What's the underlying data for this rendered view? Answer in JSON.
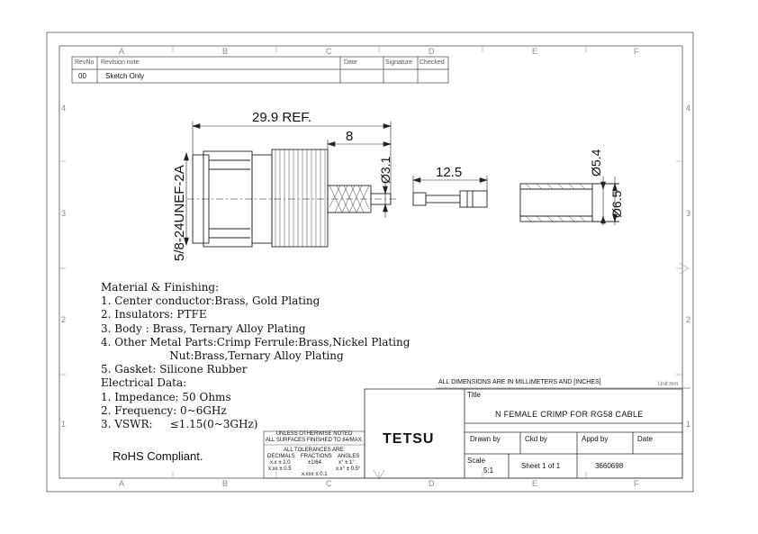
{
  "revision_table": {
    "headers": {
      "rev_no": "RevNo",
      "note": "Revision note",
      "date": "Date",
      "signature": "Signature",
      "checked": "Checked"
    },
    "rows": [
      {
        "rev_no": "00",
        "note": "Sketch Only"
      }
    ]
  },
  "zones": {
    "columns": [
      "A",
      "B",
      "C",
      "D",
      "E",
      "F"
    ],
    "rows": [
      "4",
      "3",
      "2",
      "1"
    ]
  },
  "dimensions": {
    "overall_length": "29.9 REF.",
    "crimp_length": "8",
    "pin_diameter": "Ø3.1",
    "thread": "5/8-24UNEF-2A",
    "contact_length": "12.5",
    "ferrule_inner": "Ø5.4",
    "ferrule_outer": "Ø6.5"
  },
  "notes": {
    "material_heading": "Material & Finishing:",
    "material_items": [
      "1. Center conductor:Brass, Gold Plating",
      "2. Insulators: PTFE",
      "3. Body : Brass, Ternary Alloy Plating",
      "4. Other Metal Parts:Crimp Ferrule:Brass,Nickel Plating",
      "                    Nut:Brass,Ternary Alloy Plating",
      "5. Gasket: Silicone Rubber"
    ],
    "electrical_heading": "Electrical Data:",
    "electrical_items": [
      "1. Impedance: 50 Ohms",
      "2. Frequency: 0~6GHz",
      "3. VSWR:     ≤1.15(0~3GHz)"
    ],
    "rohs": "RoHS Compliant."
  },
  "title_block": {
    "dimensions_note": "ALL DIMENSIONS ARE IN MILLIMETERS AND [INCHES]",
    "unit": "Unit:mm",
    "title_label": "Title",
    "title": "N FEMALE CRIMP FOR RG58 CABLE",
    "company": "TETSU",
    "drawn_by_label": "Drawn by",
    "ckd_by_label": "Ckd by",
    "appd_by_label": "Appd by",
    "date_label": "Date",
    "scale_label": "Scale",
    "scale": "5:1",
    "sheet": "Sheet 1 of 1",
    "part_number": "3660698",
    "tolerance": {
      "line1": "UNLESS OTHERWISE NOTED",
      "line2": "ALL SURFACES FINISHED TO 64/MAX.",
      "line3": "ALL TOLERANCES ARE:",
      "decimals_label": "DECIMALS",
      "fractions_label": "FRACTIONS",
      "angles_label": "ANGLES",
      "decimal_1": "x.x ± 1.0",
      "decimal_2": "x.xx ± 0.5",
      "decimal_3": "x.xxx ± 0.1",
      "fraction": "±1/64",
      "angle_1": "x° ± 1°",
      "angle_2": "x.x° ± 0.5°"
    }
  }
}
